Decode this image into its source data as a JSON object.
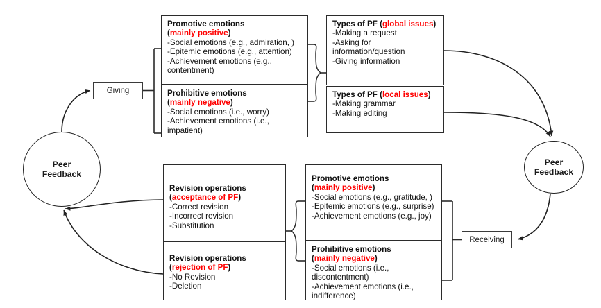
{
  "diagram": {
    "title": "Peer Feedback giving and receiving emotions model",
    "accent_red": "#ff0000",
    "line_color": "#2b2b2b",
    "background": "#ffffff"
  },
  "nodes": {
    "peer_feedback_left": "Peer\nFeedback",
    "peer_feedback_left_line1": "Peer",
    "peer_feedback_left_line2": "Feedback",
    "peer_feedback_right_line1": "Peer",
    "peer_feedback_right_line2": "Feedback",
    "giving": "Giving",
    "receiving": "Receiving"
  },
  "boxes": {
    "promotive_top": {
      "header": "Promotive emotions",
      "subheader_open": "(",
      "subheader_red": "mainly positive",
      "subheader_close": ")",
      "items": [
        "-Social emotions (e.g., admiration, )",
        "-Epitemic emotions (e.g., attention)",
        "-Achievement emotions (e.g., contentment)"
      ]
    },
    "prohibitive_top": {
      "header": "Prohibitive emotions",
      "subheader_open": "(",
      "subheader_red": "mainly negative",
      "subheader_close": ")",
      "items": [
        "-Social emotions (i.e., worry)",
        "-Achievement emotions (i.e., impatient)"
      ]
    },
    "pf_global": {
      "header_pre": "Types of PF (",
      "header_red": "global issues",
      "header_post": ")",
      "items": [
        "-Making a request",
        "-Asking for information/question",
        "-Giving information"
      ]
    },
    "pf_local": {
      "header_pre": " Types of PF (",
      "header_red": "local issues",
      "header_post": ")",
      "items": [
        "-Making grammar",
        "-Making editing"
      ]
    },
    "revision_acceptance": {
      "header": "Revision operations",
      "subheader_open": "(",
      "subheader_red": "acceptance of PF",
      "subheader_close": ")",
      "items": [
        "-Correct revision",
        "-Incorrect revision",
        "-Substitution"
      ]
    },
    "revision_rejection": {
      "header": "Revision operations",
      "subheader_open": "(",
      "subheader_red": "rejection of PF",
      "subheader_close": ")",
      "items": [
        "-No Revision",
        "-Deletion"
      ]
    },
    "promotive_bottom": {
      "header": "Promotive emotions",
      "subheader_open": "(",
      "subheader_red": "mainly positive",
      "subheader_close": ")",
      "items": [
        "-Social emotions (e.g., gratitude, )",
        "-Epitemic emotions (e.g., surprise)",
        "-Achievement emotions (e.g., joy)"
      ]
    },
    "prohibitive_bottom": {
      "header": "Prohibitive emotions",
      "subheader_open": "(",
      "subheader_red": "mainly negative",
      "subheader_close": ")",
      "items": [
        "-Social emotions (i.e., discontentment)",
        "-Achievement emotions (i.e., indifference)"
      ]
    }
  }
}
